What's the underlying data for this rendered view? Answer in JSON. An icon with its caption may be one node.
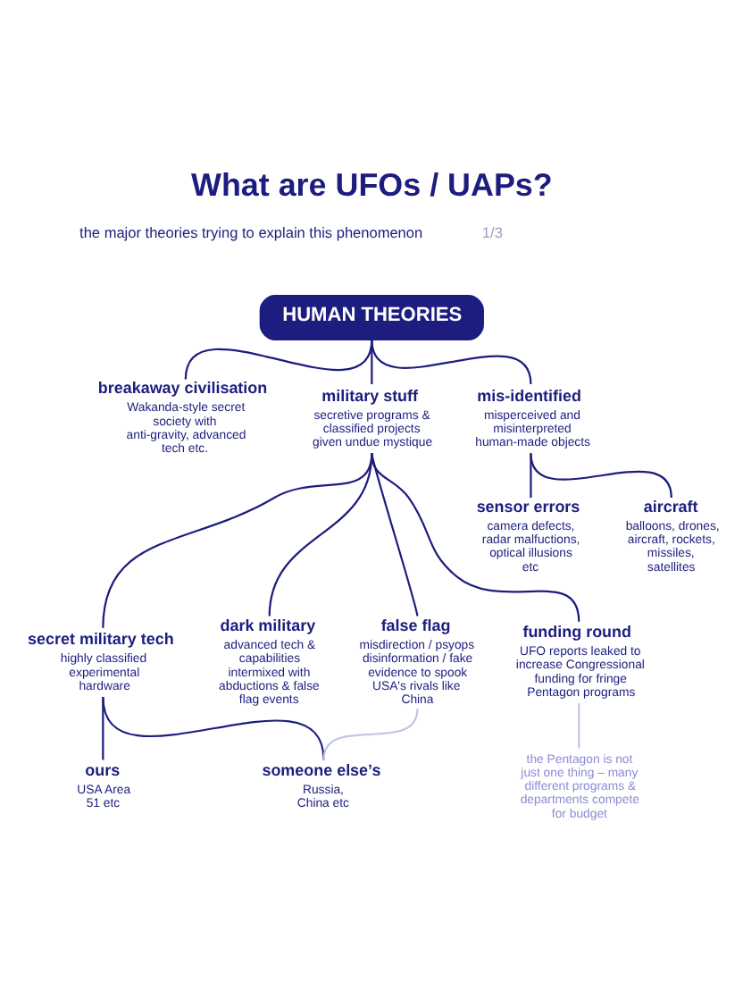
{
  "diagram": {
    "title": "What are UFOs / UAPs?",
    "nodes": [
      {
        "text": [
          "HUMAN THEORIES"
        ]
      },
      {
        "text": [
          "breakaway civilisation",
          "Wakanda-style secret society with anti-gravity, advanced tech etc."
        ]
      },
      {
        "text": [
          "military stuff",
          "secretive programs & classified projects given undue mystique"
        ]
      },
      {
        "text": [
          "mis-identified",
          "misperceived and misinterpreted human-made objects"
        ]
      },
      {
        "text": [
          "sensor errors",
          "camera defects, radar malfuctions, optical illusions etc"
        ]
      },
      {
        "text": [
          "aircraft",
          "balloons, drones, aircraft, rockets, missiles, satellites"
        ]
      },
      {
        "text": [
          "secret military tech",
          "highly classified experimental hardware"
        ]
      },
      {
        "text": [
          "dark military",
          "advanced tech & capabilities intermixed with abductions & false flag events"
        ]
      },
      {
        "text": [
          "false flag",
          "misdirection / psyops disinformation / fake evidence to spook USA's rivals like China"
        ]
      },
      {
        "text": [
          "funding round",
          "UFO reports leaked to increase Congressional funding for fringe Pentagon programs"
        ]
      },
      {
        "text": [
          "ours",
          "USA Area 51 etc"
        ]
      },
      {
        "text": [
          "someone else’s",
          "Russia, China etc"
        ]
      },
      {
        "text": [
          "the Pentagon is not just one thing – many different programs & departments compete for budget"
        ]
      }
    ],
    "edges": [
      {
        "from": 0,
        "to": 1,
        "arrow": "none"
      },
      {
        "from": 0,
        "to": 2,
        "arrow": "none"
      },
      {
        "from": 0,
        "to": 3,
        "arrow": "none"
      },
      {
        "from": 3,
        "to": 4,
        "arrow": "none"
      },
      {
        "from": 3,
        "to": 5,
        "arrow": "none"
      },
      {
        "from": 2,
        "to": 6,
        "arrow": "none"
      },
      {
        "from": 2,
        "to": 7,
        "arrow": "none"
      },
      {
        "from": 2,
        "to": 8,
        "arrow": "none"
      },
      {
        "from": 2,
        "to": 9,
        "arrow": "none"
      },
      {
        "from": 6,
        "to": 10,
        "arrow": "none"
      },
      {
        "from": 6,
        "to": 11,
        "arrow": "none"
      },
      {
        "from": 8,
        "to": 11,
        "arrow": "none",
        "color": "#c4c4ea"
      },
      {
        "from": 9,
        "to": 12,
        "arrow": "none",
        "color": "#c4c4ea"
      }
    ],
    "labels": [
      "1/3",
      "the major theories trying to explain this phenomenon"
    ]
  }
}
